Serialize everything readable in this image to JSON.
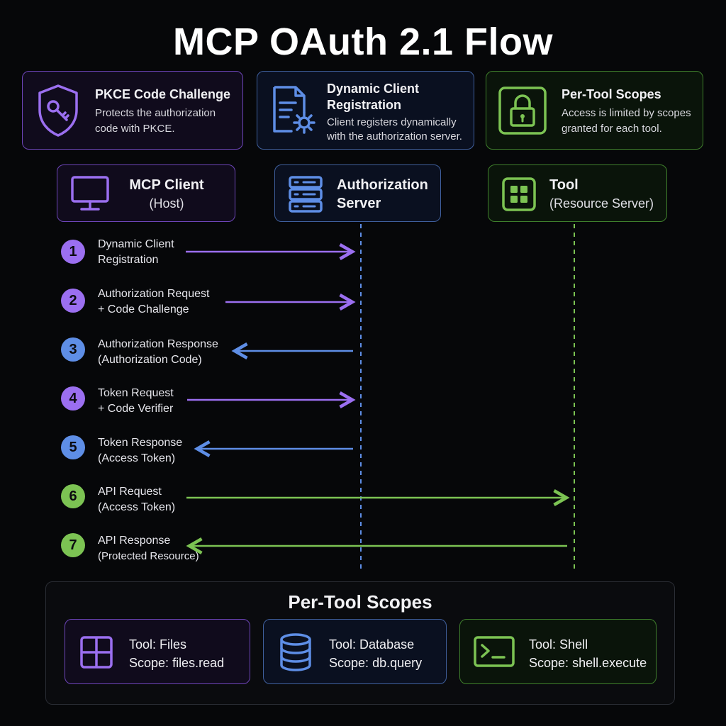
{
  "title": "MCP OAuth 2.1 Flow",
  "colors": {
    "purple": "#9b6ff0",
    "blue": "#5e8ee6",
    "green": "#7cc353",
    "background": "#060709"
  },
  "features": [
    {
      "icon": "shield-key-icon",
      "title": "PKCE Code Challenge",
      "desc_line1": "Protects the authorization",
      "desc_line2": "code with PKCE."
    },
    {
      "icon": "document-gear-icon",
      "title_line1": "Dynamic Client",
      "title_line2": "Registration",
      "desc_line1": "Client registers dynamically",
      "desc_line2": "with the authorization server."
    },
    {
      "icon": "padlock-icon",
      "title": "Per-Tool Scopes",
      "desc_line1": "Access is limited by scopes",
      "desc_line2": "granted for each tool."
    }
  ],
  "actors": [
    {
      "icon": "monitor-icon",
      "name": "MCP Client",
      "sub": "(Host)"
    },
    {
      "icon": "server-icon",
      "name_line1": "Authorization",
      "name_line2": "Server"
    },
    {
      "icon": "tool-grid-icon",
      "name": "Tool",
      "sub": "(Resource Server)"
    }
  ],
  "steps": [
    {
      "num": "1",
      "line1": "Dynamic Client",
      "line2": "Registration",
      "direction": "client-to-auth"
    },
    {
      "num": "2",
      "line1": "Authorization Request",
      "line2": "+ Code Challenge",
      "direction": "client-to-auth"
    },
    {
      "num": "3",
      "line1": "Authorization Response",
      "line2": "(Authorization Code)",
      "direction": "auth-to-client"
    },
    {
      "num": "4",
      "line1": "Token Request",
      "line2": "+ Code Verifier",
      "direction": "client-to-auth"
    },
    {
      "num": "5",
      "line1": "Token Response",
      "line2": "(Access Token)",
      "direction": "auth-to-client"
    },
    {
      "num": "6",
      "line1": "API Request",
      "line2": "(Access Token)",
      "direction": "client-to-tool"
    },
    {
      "num": "7",
      "line1": "API Response",
      "line2": "(Protected Resource)",
      "direction": "tool-to-client"
    }
  ],
  "scopes_panel": {
    "title": "Per-Tool Scopes",
    "items": [
      {
        "icon": "grid-icon",
        "tool_label": "Tool:",
        "tool_name": "Files",
        "scope_label": "Scope:",
        "scope_value": "files.read"
      },
      {
        "icon": "database-icon",
        "tool_label": "Tool:",
        "tool_name": "Database",
        "scope_label": "Scope:",
        "scope_value": "db.query"
      },
      {
        "icon": "terminal-icon",
        "tool_label": "Tool:",
        "tool_name": "Shell",
        "scope_label": "Scope:",
        "scope_value": "shell.execute"
      }
    ]
  }
}
